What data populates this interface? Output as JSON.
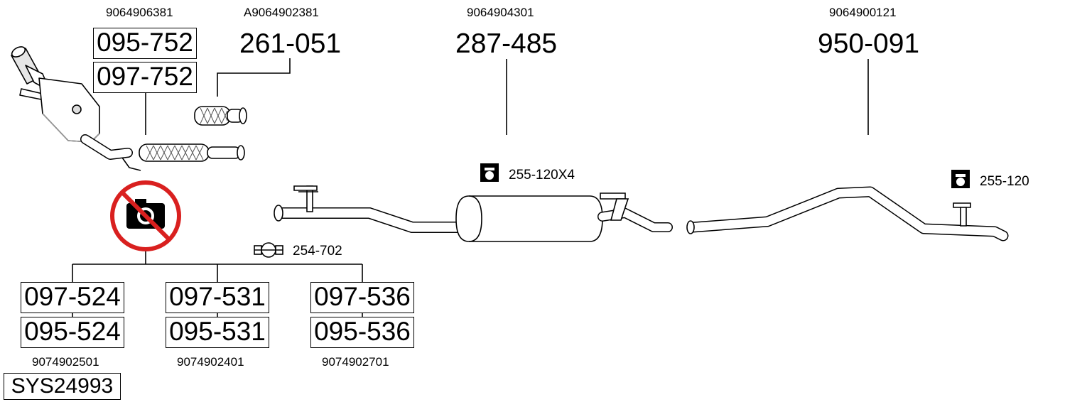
{
  "oem_numbers": {
    "catalyst": "9064906381",
    "flex_pipe": "A9064902381",
    "middle_silencer": "9064904301",
    "rear_pipe": "9064900121",
    "dpf_1": "9074902501",
    "dpf_2": "9074902401",
    "dpf_3": "9074902701"
  },
  "parts": {
    "catalyst_a": "095-752",
    "catalyst_b": "097-752",
    "flex_pipe": "261-051",
    "middle_silencer": "287-485",
    "rear_pipe": "950-091",
    "dpf_1a": "097-524",
    "dpf_1b": "095-524",
    "dpf_2a": "097-531",
    "dpf_2b": "095-531",
    "dpf_3a": "097-536",
    "dpf_3b": "095-536"
  },
  "accessories": {
    "rubber_mount_middle": "255-120X4",
    "rubber_mount_rear": "255-120",
    "clamp": "254-702"
  },
  "system_number": "SYS24993",
  "icons": {
    "no_photo": "no-camera-icon",
    "rubber_mount": "rubber-mount-icon",
    "clamp": "clamp-icon"
  },
  "colors": {
    "prohibition_red": "#d9201f",
    "part_fill": "#ffffff",
    "shadow": "#c8c8c8"
  }
}
